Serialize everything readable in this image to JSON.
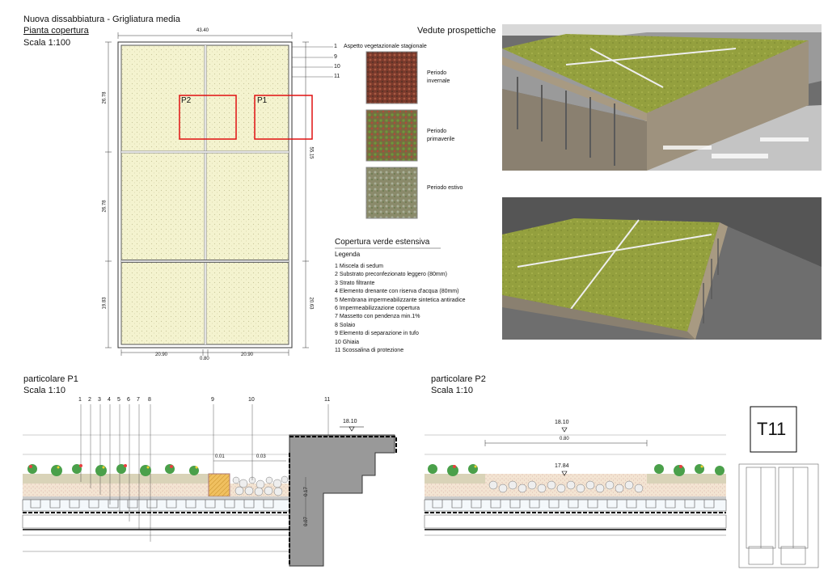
{
  "header": {
    "title": "Nuova dissabbiatura - Grigliatura media",
    "subtitle": "Pianta copertura",
    "scale": "Scala 1:100"
  },
  "plan": {
    "dim_top": "43.40",
    "dim_left_1": "26.78",
    "dim_left_2": "26.78",
    "dim_left_3": "19.83",
    "dim_right_1": "55.15",
    "dim_right_2": "20.63",
    "dim_bottom_1": "20.90",
    "dim_bottom_mid": "0.80",
    "dim_bottom_2": "20.90",
    "detail_p1": "P1",
    "detail_p2": "P2",
    "callouts": [
      "1",
      "9",
      "10",
      "11"
    ]
  },
  "seasonal": {
    "title": "Aspetto vegetazionale stagionale",
    "items": [
      "Periodo invernale",
      "Periodo primaverile",
      "Periodo estivo"
    ]
  },
  "views": {
    "title": "Vedute prospettiche"
  },
  "legend": {
    "section_title": "Copertura verde estensiva",
    "title": "Legenda",
    "items": [
      "1 Miscela di sedum",
      "2 Substrato preconfezionato leggero (80mm)",
      "3 Strato filtrante",
      "4 Elemento drenante con riserva d'acqua (80mm)",
      "5 Membrana impermeabilizzante sintetica antiradice",
      "6 Impermeabilizzazione copertura",
      "7 Massetto con pendenza min.1%",
      "8 Solaio",
      "9 Elemento di separazione in tufo",
      "10 Ghiaia",
      "11 Scossalina di protezione"
    ]
  },
  "p1": {
    "title": "particolare P1",
    "scale": "Scala 1:10",
    "labels": [
      "1",
      "2",
      "3",
      "4",
      "5",
      "6",
      "7",
      "8",
      "9",
      "10",
      "11"
    ],
    "elev": "18.10",
    "d1": "0.01",
    "d2": "0.03",
    "v1": "0.17",
    "v2": "0.07"
  },
  "p2": {
    "title": "particolare P2",
    "scale": "Scala 1:10",
    "elev_top": "18.10",
    "width": "0.80",
    "elev_mid": "17.84"
  },
  "sheet": {
    "code": "T11"
  }
}
